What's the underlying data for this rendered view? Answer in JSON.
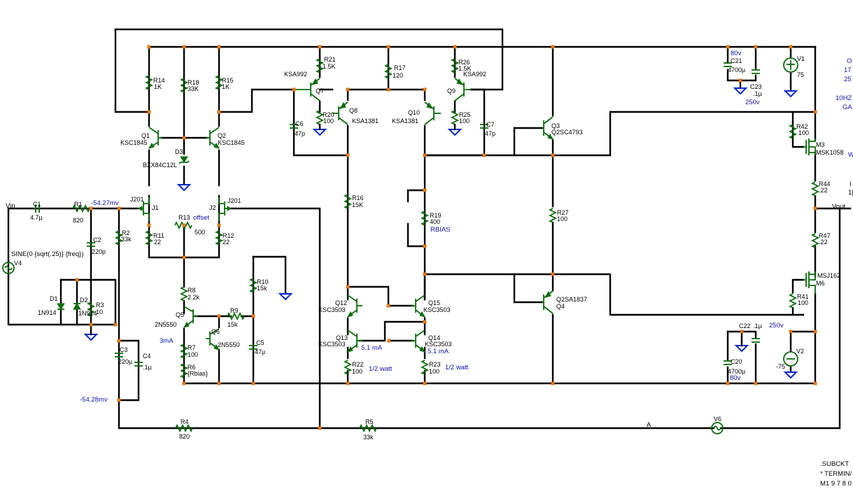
{
  "schematic": {
    "labels": {
      "vin": "Vin",
      "vout": "Vout",
      "source_v4_spec": "SINE(0 {sqrt(.25)} {freq})",
      "node_a": "A",
      "v_in_node": "-54.27mv",
      "v_bias_node": "-54.28mv",
      "r13_note": "offset",
      "rbias_note": "RBIAS",
      "i_q5": "3mA",
      "i_q13": "5.1 mA",
      "i_q14": "5.1 mA",
      "p_r22": "1/2 watt",
      "p_r23": "1/2 watt",
      "c21_v": "80v",
      "c23_v": "250v",
      "c22_v": "250v",
      "c20_v": "80v"
    },
    "components": {
      "c1": [
        "C1",
        "4.7µ"
      ],
      "r1": [
        "R1",
        "820"
      ],
      "c2": [
        "C2",
        "220p"
      ],
      "r2": [
        "R2",
        "33k"
      ],
      "d1": [
        "D1",
        "1N914"
      ],
      "d2": [
        "D2",
        "1N914"
      ],
      "r3": [
        "R3",
        "10"
      ],
      "v4": [
        "V4"
      ],
      "c3": [
        "C3",
        "220µ"
      ],
      "c4": [
        "C4",
        ".1µ"
      ],
      "r4": [
        "R4",
        "820"
      ],
      "r5": [
        "R5",
        "33k"
      ],
      "v6": [
        "V6"
      ],
      "r14": [
        "R14",
        "1K"
      ],
      "r18": [
        "R18",
        "33K"
      ],
      "r15": [
        "R15",
        "1K"
      ],
      "q1": [
        "Q1",
        "KSC1845"
      ],
      "q2": [
        "Q2",
        "KSC1845"
      ],
      "d3": [
        "D3",
        "BZX84C12L"
      ],
      "j1": [
        "J201",
        "J1"
      ],
      "j2": [
        "J2",
        "J201"
      ],
      "r13": [
        "R13",
        "500"
      ],
      "r11": [
        "R11",
        "22"
      ],
      "r12": [
        "R12",
        "22"
      ],
      "r8": [
        "R8",
        "2.2k"
      ],
      "q5": [
        "Q5",
        "2N5550"
      ],
      "r9": [
        "R9",
        "15k"
      ],
      "q6": [
        "Q6",
        "2N5550"
      ],
      "r7": [
        "R7",
        "100"
      ],
      "r6": [
        "R6",
        "{Rbias}"
      ],
      "r10": [
        "R10",
        "15k"
      ],
      "c5": [
        "C5",
        "47µ"
      ],
      "r21": [
        "R21",
        "1.5K"
      ],
      "q7": [
        "KSA992",
        "Q7"
      ],
      "r20": [
        "R20",
        "100"
      ],
      "c6": [
        "C6",
        "47p"
      ],
      "q8": [
        "Q8",
        "KSA1381"
      ],
      "r17": [
        "R17",
        "120"
      ],
      "r26": [
        "R26",
        "1.5K"
      ],
      "q9": [
        "Q9",
        "KSA992"
      ],
      "r25": [
        "R25",
        "100"
      ],
      "q10": [
        "Q10",
        "KSA1381"
      ],
      "c7": [
        "C7",
        "47p"
      ],
      "r16": [
        "R16",
        "15K"
      ],
      "r19": [
        "R19",
        "400"
      ],
      "q12": [
        "Q12",
        "KSC3503"
      ],
      "q15": [
        "Q15",
        "KSC3503"
      ],
      "q13": [
        "Q13",
        "KSC3503"
      ],
      "q14": [
        "Q14",
        "KSC3503"
      ],
      "r22": [
        "R22",
        "100"
      ],
      "r23": [
        "R23",
        "100"
      ],
      "q3": [
        "Q3",
        "Q2SC4793"
      ],
      "r27": [
        "R27",
        "100"
      ],
      "q4": [
        "Q2SA1837",
        "Q4"
      ],
      "c21": [
        "C21",
        "4700µ"
      ],
      "c23": [
        "C23",
        ".1µ"
      ],
      "v1": [
        "V1",
        "75"
      ],
      "r42": [
        "R42",
        "100"
      ],
      "m3": [
        "M3",
        "MSK1058"
      ],
      "r44": [
        "R44",
        ".22"
      ],
      "r47": [
        "R47",
        ".22"
      ],
      "m6": [
        "MSJ162",
        "M6"
      ],
      "r41": [
        "R41",
        "100"
      ],
      "c22": [
        "C22",
        ".1µ"
      ],
      "c20": [
        "C20",
        "4700µ"
      ],
      "v2": [
        "V2",
        "-75"
      ]
    },
    "edge_text": {
      "right_col": [
        "O",
        "17",
        "25",
        "10HZ",
        "GA"
      ],
      "right_mid": [
        "I",
        "1|"
      ],
      "right_w": "W",
      "bottom": [
        ".SUBCKT",
        "* TERMIN/",
        "M1 9 7 8 0"
      ]
    },
    "colors": {
      "wire": "#000000",
      "component": "#0b6b0b",
      "ground": "#0a28c8",
      "junction": "#e07818",
      "annotation": "#1010b0"
    }
  }
}
